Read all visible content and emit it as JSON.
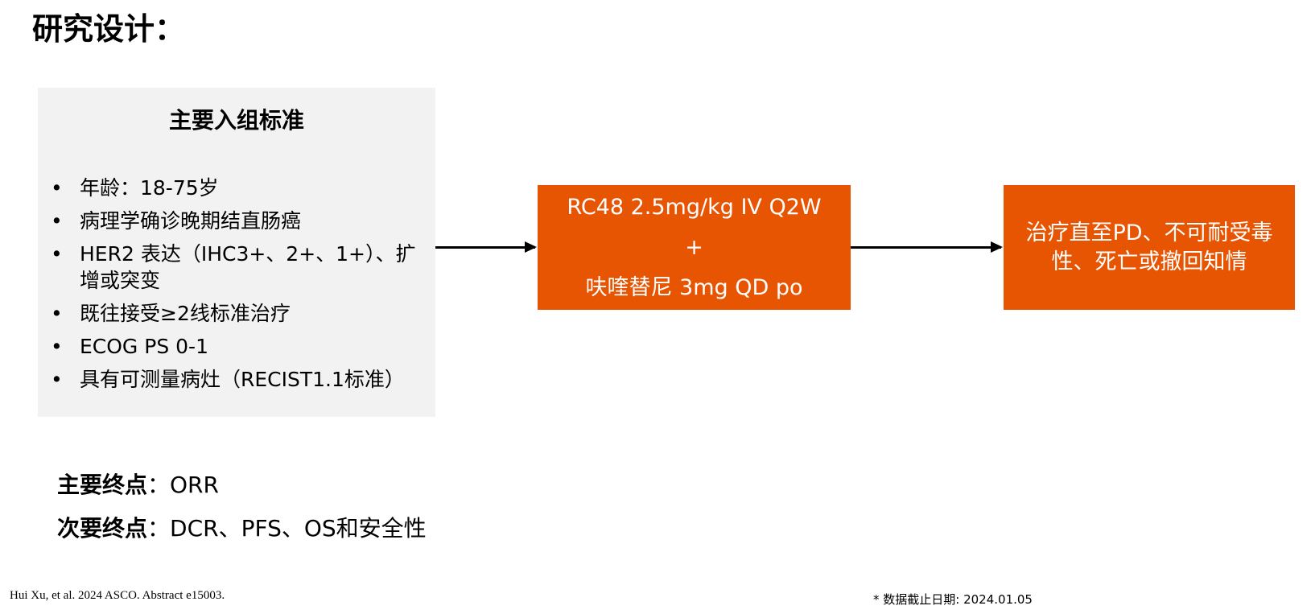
{
  "title": "研究设计：",
  "criteria": {
    "heading": "主要入组标准",
    "bullet": "•",
    "items": [
      "年龄：18-75岁",
      "病理学确诊晚期结直肠癌",
      "HER2 表达（IHC3+、2+、1+）、扩增或突变",
      "既往接受≥2线标准治疗",
      "ECOG PS 0-1",
      "具有可测量病灶（RECIST1.1标准）"
    ]
  },
  "treatment": {
    "line1": "RC48 2.5mg/kg IV Q2W",
    "line2": "+",
    "line3": "呋喹替尼 3mg QD po"
  },
  "outcome": {
    "text": "治疗直至PD、不可耐受毒性、死亡或撤回知情"
  },
  "endpoints": {
    "primary_label": "主要终点",
    "primary_value": "：ORR",
    "secondary_label": "次要终点",
    "secondary_value": "：DCR、PFS、OS和安全性"
  },
  "footer": {
    "reference": "Hui Xu,  et al. 2024 ASCO. Abstract  e15003.",
    "cutoff": "* 数据截止日期: 2024.01.05"
  },
  "colors": {
    "box_fill": "#e85502",
    "panel_fill": "#f2f2f2"
  }
}
